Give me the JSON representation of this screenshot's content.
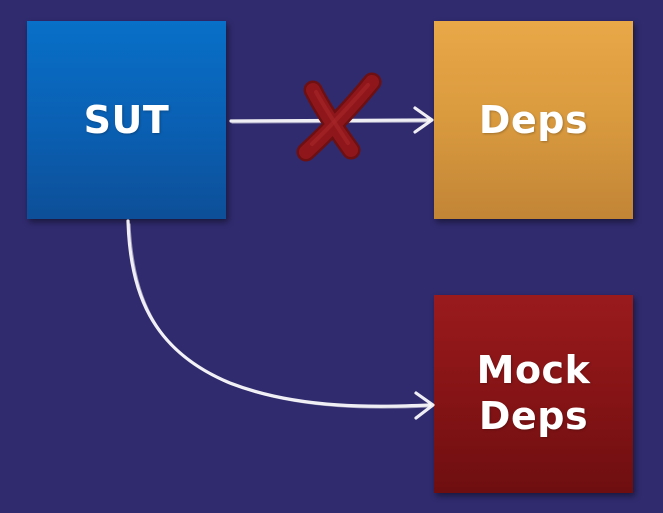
{
  "diagram": {
    "nodes": {
      "sut": {
        "label": "SUT"
      },
      "deps": {
        "label": "Deps"
      },
      "mock_deps": {
        "line1": "Mock",
        "line2": "Deps"
      }
    },
    "edges": [
      {
        "from": "SUT",
        "to": "Deps",
        "status": "blocked"
      },
      {
        "from": "SUT",
        "to": "Mock Deps",
        "status": "active"
      }
    ]
  },
  "colors": {
    "background": "#302b6e",
    "sut": "#0a5fb2",
    "deps": "#d99a3e",
    "mock_deps": "#861416",
    "arrow": "#ffffff",
    "cross": "#8b1518"
  },
  "icons": {
    "blocked_marker": "cross-icon"
  }
}
